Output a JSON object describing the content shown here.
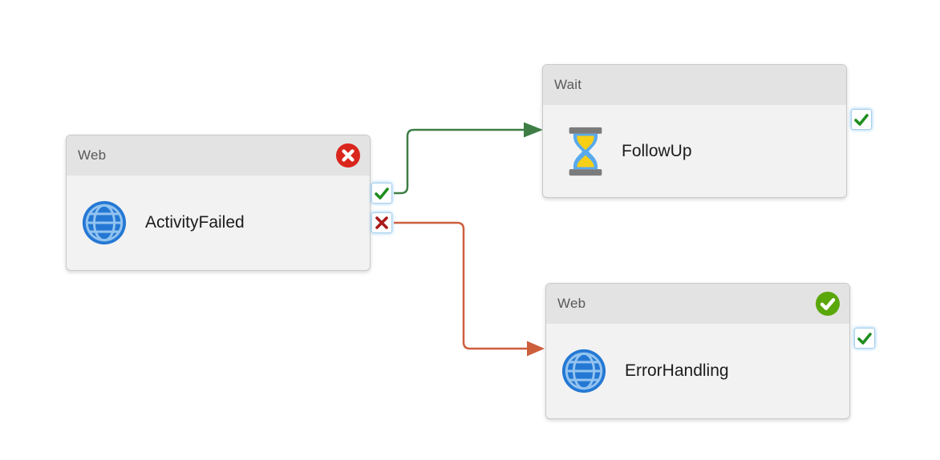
{
  "diagram": {
    "type": "pipeline-activity-graph",
    "nodes": [
      {
        "type_label": "Web",
        "name": "ActivityFailed",
        "icon": "web-globe-icon",
        "status": "failed",
        "status_badge": "red-circle-white-x",
        "ports": [
          "success",
          "failure"
        ]
      },
      {
        "type_label": "Wait",
        "name": "FollowUp",
        "icon": "wait-hourglass-icon",
        "status": "none",
        "status_badge": "",
        "ports": [
          "success"
        ]
      },
      {
        "type_label": "Web",
        "name": "ErrorHandling",
        "icon": "web-globe-icon",
        "status": "succeeded",
        "status_badge": "green-circle-white-check",
        "ports": [
          "success"
        ]
      }
    ],
    "edges": [
      {
        "from": "ActivityFailed",
        "from_port": "success",
        "to": "FollowUp",
        "color": "#3e7e46"
      },
      {
        "from": "ActivityFailed",
        "from_port": "failure",
        "to": "ErrorHandling",
        "color": "#cd5f3d"
      }
    ],
    "colors": {
      "canvas_background": "#ffffff",
      "node_body": "#f2f2f2",
      "node_header": "#e3e3e3",
      "node_border": "#c9c9c9",
      "header_text": "#595959",
      "name_text": "#1c1c1c",
      "success_edge": "#3e7e46",
      "failure_edge": "#cd5f3d",
      "failed_badge": "#d9251c",
      "succeeded_badge": "#5aa70a",
      "port_check": "#1e8e1e",
      "port_cross": "#aa1a1a",
      "port_border": "#a9d0ee",
      "globe_blue": "#2478d4",
      "globe_grid": "#93c3ef",
      "hourglass_gray": "#7b7b7b",
      "hourglass_blue": "#58aaed",
      "hourglass_sand": "#f7cf17"
    }
  }
}
